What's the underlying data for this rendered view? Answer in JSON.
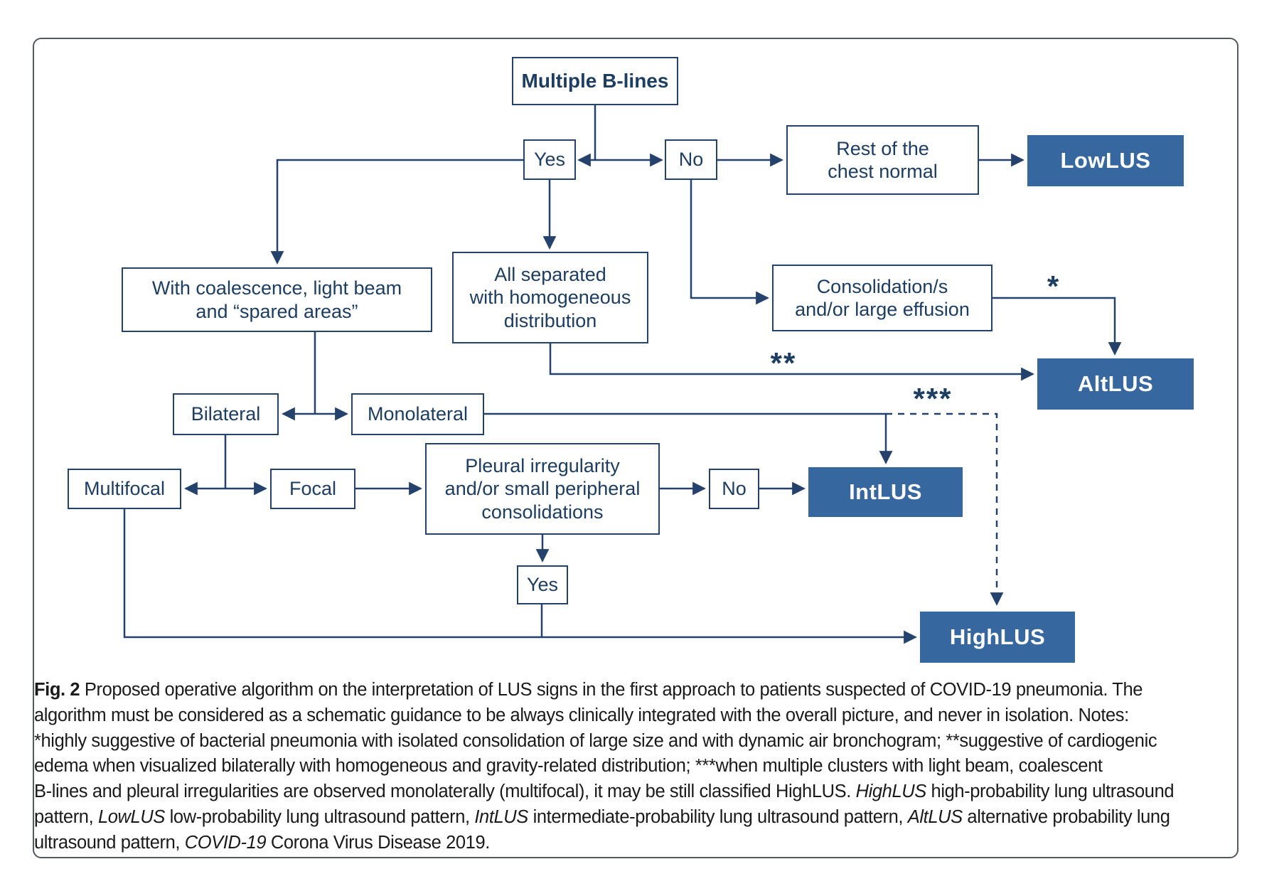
{
  "figure": {
    "colors": {
      "accent_fill": "#36679E",
      "line": "#24426B",
      "text": "#1D3D61"
    },
    "nodes": {
      "multiple_b_lines": {
        "label": "Multiple B-lines"
      },
      "yes_1": {
        "label": "Yes"
      },
      "no_1": {
        "label": "No"
      },
      "rest_chest": {
        "label": "Rest of the\nchest normal"
      },
      "lowlus": {
        "label": "LowLUS"
      },
      "with_coalescence": {
        "label": "With coalescence, light beam\nand “spared areas”"
      },
      "all_separated": {
        "label": "All separated\nwith homogeneous\ndistribution"
      },
      "consolidation": {
        "label": "Consolidation/s\nand/or large effusion"
      },
      "altlus": {
        "label": "AltLUS"
      },
      "bilateral": {
        "label": "Bilateral"
      },
      "monolateral": {
        "label": "Monolateral"
      },
      "multifocal": {
        "label": "Multifocal"
      },
      "focal": {
        "label": "Focal"
      },
      "pleural": {
        "label": "Pleural irregularity\nand/or small peripheral\nconsolidations"
      },
      "no_2": {
        "label": "No"
      },
      "intlus": {
        "label": "IntLUS"
      },
      "yes_2": {
        "label": "Yes"
      },
      "highlus": {
        "label": "HighLUS"
      }
    },
    "annotations": {
      "star1": "*",
      "star2": "**",
      "star3": "***"
    }
  },
  "caption": {
    "lines": [
      [
        {
          "t": "Fig. 2",
          "b": true
        },
        {
          "t": "  Proposed operative algorithm on the interpretation of LUS signs in the first approach to patients suspected of COVID-19 pneumonia. The"
        }
      ],
      [
        {
          "t": "algorithm must be considered as a schematic guidance to be always clinically integrated with the overall picture, and never in isolation. Notes:"
        }
      ],
      [
        {
          "t": "*highly suggestive of bacterial pneumonia with isolated consolidation of large size and with dynamic air bronchogram; **suggestive of cardiogenic"
        }
      ],
      [
        {
          "t": "edema when visualized bilaterally with homogeneous and gravity-related distribution; ***when multiple clusters with light beam, coalescent"
        }
      ],
      [
        {
          "t": "B-lines and pleural irregularities are observed monolaterally (multifocal), it may be still classified HighLUS. "
        },
        {
          "t": "HighLUS",
          "i": true
        },
        {
          "t": " high-probability lung ultrasound"
        }
      ],
      [
        {
          "t": "pattern, "
        },
        {
          "t": "LowLUS",
          "i": true
        },
        {
          "t": " low-probability lung ultrasound pattern, "
        },
        {
          "t": "IntLUS",
          "i": true
        },
        {
          "t": " intermediate-probability lung ultrasound pattern, "
        },
        {
          "t": "AltLUS",
          "i": true
        },
        {
          "t": " alternative probability lung"
        }
      ],
      [
        {
          "t": "ultrasound pattern, "
        },
        {
          "t": "COVID-19",
          "i": true
        },
        {
          "t": " Corona Virus Disease 2019."
        }
      ]
    ]
  }
}
